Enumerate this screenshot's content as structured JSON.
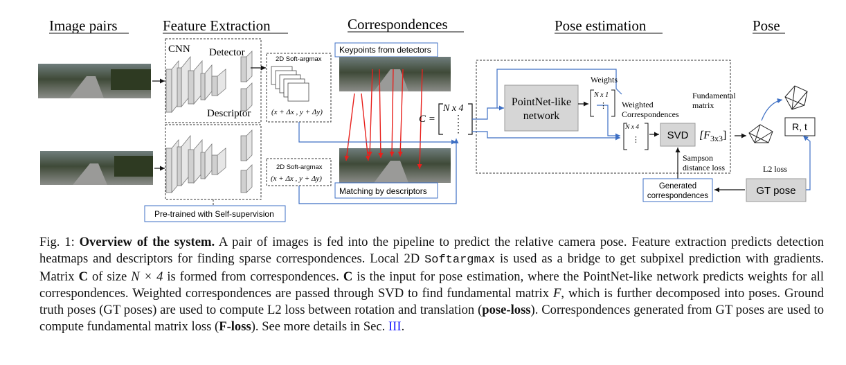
{
  "headers": {
    "image_pairs": "Image pairs",
    "feature_extraction": "Feature Extraction",
    "correspondences": "Correspondences",
    "pose_estimation": "Pose estimation",
    "pose": "Pose"
  },
  "labels": {
    "cnn": "CNN",
    "detector": "Detector",
    "descriptor": "Descriptor",
    "softargmax_top": "2D Soft-argmax",
    "softargmax_bottom": "2D Soft-argmax",
    "offset_top": "(x + Δx , y + Δy)",
    "offset_bottom": "(x + Δx , y + Δy)",
    "pretrained": "Pre-trained with Self-supervision",
    "keypoints": "Keypoints from detectors",
    "matching": "Matching by descriptors",
    "c_eq": "C =",
    "n4": "N x 4",
    "n1": "N x 1",
    "n4_small": "N x 4",
    "pointnet_line1": "PointNet-like",
    "pointnet_line2": "network",
    "weights": "Weights",
    "weighted_line1": "Weighted",
    "weighted_line2": "Correspondences",
    "fundamental_line1": "Fundamental",
    "fundamental_line2": "matrix",
    "svd": "SVD",
    "f3x3": "[F",
    "f3x3_sub": "3x3",
    "f3x3_end": "]",
    "sampson_line1": "Sampson",
    "sampson_line2": "distance loss",
    "l2loss": "L2 loss",
    "gtpose": "GT pose",
    "rt": "R, t",
    "generated_line1": "Generated",
    "generated_line2": "correspondences"
  },
  "caption": {
    "fig": "Fig. 1:",
    "title": "Overview of the system.",
    "t1": " A pair of images is fed into the pipeline to predict the relative camera pose. Feature extraction predicts detection heatmaps and descriptors for finding sparse correspondences. Local 2D ",
    "softargmax": "Softargmax",
    "t2": " is used as a bridge to get subpixel prediction with gradients. Matrix ",
    "C1": "C",
    "t3": " of size ",
    "size": "N × 4",
    "t4": " is formed from correspondences. ",
    "C2": "C",
    "t5": " is the input for pose estimation, where the PointNet-like network predicts weights for all correspondences. Weighted correspondences are passed through SVD to find fundamental matrix ",
    "F": "F",
    "t6": ", which is further decomposed into poses. Ground truth poses (GT poses) are used to compute L2 loss between rotation and translation (",
    "poseloss": "pose-loss",
    "t7": "). Correspondences generated from GT poses are used to compute fundamental matrix loss (",
    "floss": "F-loss",
    "t8": "). See more details in Sec. ",
    "sec": "III",
    "t9": "."
  },
  "colors": {
    "arrow_blue": "#3d6fc4",
    "match_red": "#e8201c",
    "box_gray": "#d6d6d6",
    "link_blue": "#1a1aff"
  }
}
